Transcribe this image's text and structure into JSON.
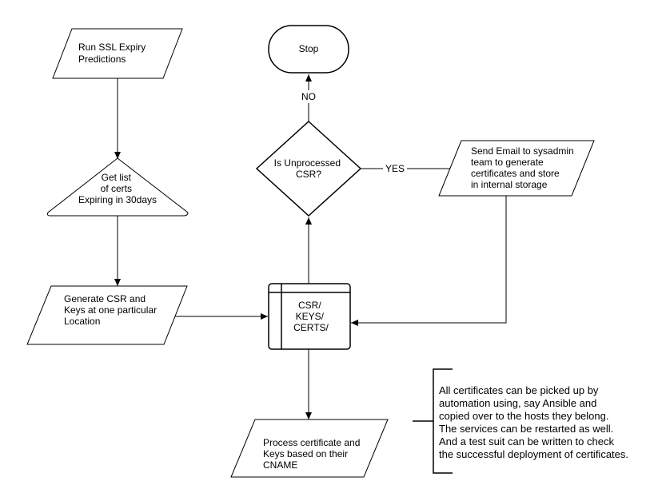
{
  "diagram": {
    "nodes": {
      "run_ssl": {
        "lines": [
          "Run SSL Expiry",
          "Predictions"
        ]
      },
      "get_list": {
        "lines": [
          "Get list",
          "of certs",
          "Expiring in 30days"
        ]
      },
      "generate_csr": {
        "lines": [
          "Generate CSR and",
          "Keys at one particular",
          "Location"
        ]
      },
      "storage": {
        "lines": [
          "CSR/",
          "KEYS/",
          "CERTS/"
        ]
      },
      "process_cert": {
        "lines": [
          "Process certificate and",
          "Keys based on their",
          "CNAME"
        ]
      },
      "decision": {
        "lines": [
          "Is Unprocessed",
          "CSR?"
        ]
      },
      "stop": {
        "lines": [
          "Stop"
        ]
      },
      "send_email": {
        "lines": [
          "Send Email to sysadmin",
          "team to generate",
          "certificates and store",
          "in internal storage"
        ]
      }
    },
    "edge_labels": {
      "no": "NO",
      "yes": "YES"
    },
    "annotation": {
      "lines": [
        "All certificates can be picked up by",
        "automation using, say Ansible and",
        "copied over to the hosts they belong.",
        "The services can be restarted as well.",
        "And a test suit can be written to check",
        "the successful deployment of certificates."
      ]
    }
  }
}
